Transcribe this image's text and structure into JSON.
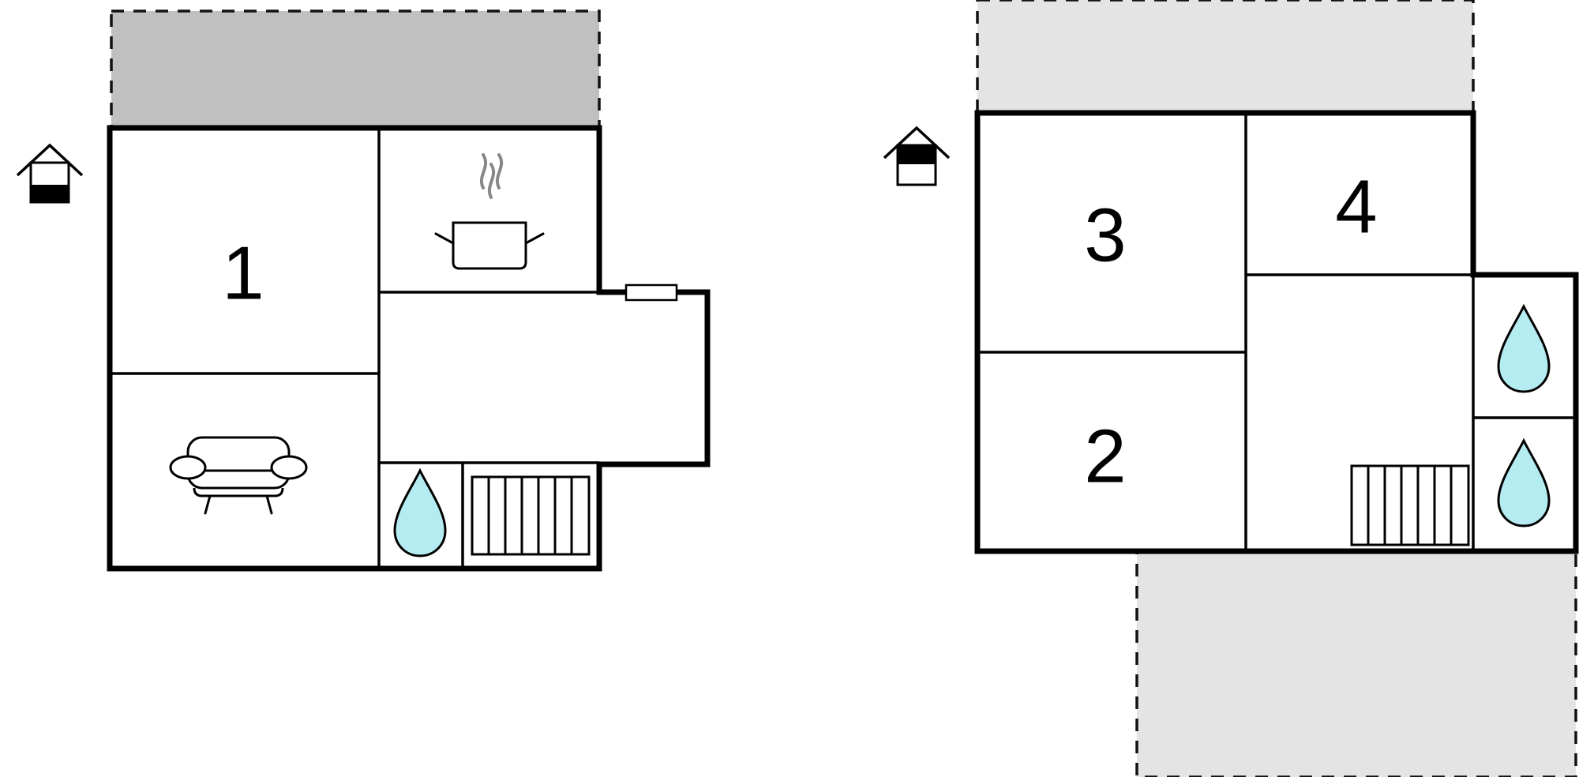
{
  "floors": [
    {
      "id": "ground-floor",
      "floor_icon": "house-ground-floor-icon",
      "terrace_color": "#c0c0c0",
      "rooms": [
        {
          "id": "room-1",
          "label": "1"
        }
      ],
      "icons": [
        "cooking-pot-icon",
        "sofa-icon",
        "water-drop-icon",
        "radiator-icon",
        "window-icon"
      ]
    },
    {
      "id": "upper-floor",
      "floor_icon": "house-upper-floor-icon",
      "terrace_color": "#e4e4e4",
      "rooms": [
        {
          "id": "room-3",
          "label": "3"
        },
        {
          "id": "room-4",
          "label": "4"
        },
        {
          "id": "room-2",
          "label": "2"
        }
      ],
      "icons": [
        "water-drop-icon",
        "water-drop-icon",
        "radiator-icon"
      ]
    }
  ],
  "colors": {
    "wall": "#000000",
    "water": "#b5ecf2",
    "steam": "#888888",
    "terrace_dark": "#c0c0c0",
    "terrace_light": "#e4e4e4"
  }
}
